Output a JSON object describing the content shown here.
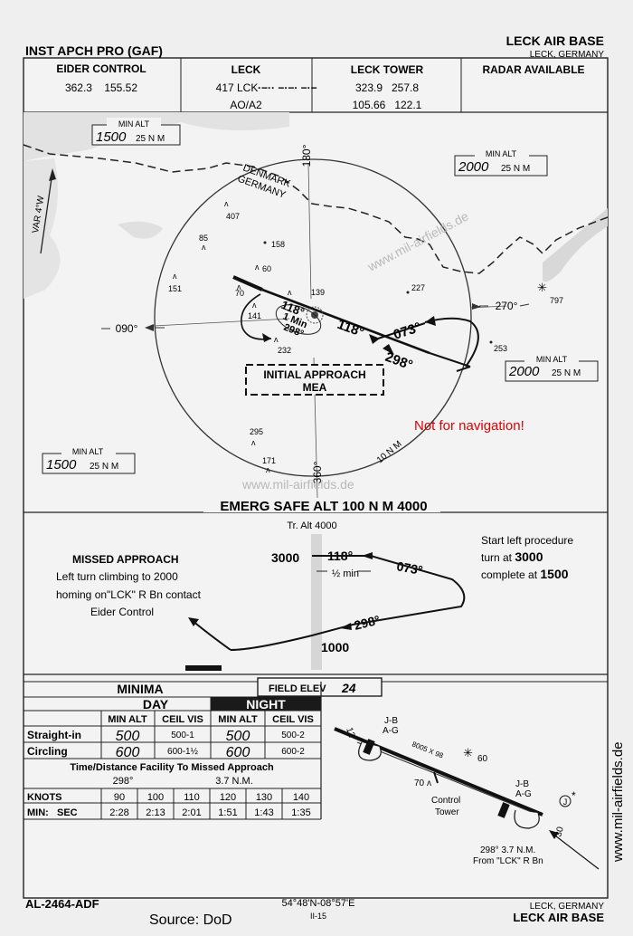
{
  "header": {
    "title": "INST APCH PRO (GAF)",
    "airbase": "LECK AIR BASE",
    "location": "LECK, GERMANY"
  },
  "comms": {
    "eider": {
      "label": "EIDER CONTROL",
      "freqs": "362.3    155.52"
    },
    "leck": {
      "label": "LECK",
      "freq": "417 LCK",
      "morse": "·−·· −·−· −·−",
      "mode": "AO/A2"
    },
    "tower": {
      "label": "LECK TOWER",
      "row1": "323.9   257.8",
      "row2": "105.66   122.1"
    },
    "radar": "RADAR AVAILABLE"
  },
  "plan_view": {
    "min_alt_label": "MIN ALT",
    "min_alt_nw": "1500",
    "min_alt_ne": "2000",
    "min_alt_e": "2000",
    "min_alt_sw": "1500",
    "min_alt_dist": "25 N M",
    "var": "VAR 4°W",
    "border_top": "DENMARK",
    "border_bottom": "GERMANY",
    "radials": {
      "r180": "180°",
      "r090": "090°",
      "r270": "270°",
      "r360": "360°"
    },
    "courses": {
      "c118_inbound": "118°",
      "c118": "118°",
      "c073": "073°",
      "c298": "298°",
      "c298_small": "298°"
    },
    "one_min": "1 Min",
    "initial_approach": "INITIAL APPROACH",
    "mea": "MEA",
    "ten_nm": "10 N M",
    "warning": "Not for navigation!",
    "watermark": "www.mil-airfields.de",
    "elevations": {
      "e407": "407",
      "e85": "85",
      "e158": "158",
      "e60": "60",
      "e151": "151",
      "e70": "70",
      "e139": "139",
      "e227": "227",
      "e141": "141",
      "e232": "232",
      "e253": "253",
      "e797": "797",
      "e295": "295",
      "e171": "171"
    }
  },
  "emerg": "EMERG SAFE ALT 100 N M 4000",
  "profile": {
    "tr_alt": "Tr. Alt 4000",
    "missed_title": "MISSED APPROACH",
    "missed_l1": "Left turn climbing to 2000",
    "missed_l2": "homing on\"LCK\" R Bn contact",
    "missed_l3": "Eider Control",
    "alt_3000": "3000",
    "c118": "118°",
    "half_min": "½ min",
    "c073": "073°",
    "c298": "298°",
    "alt_1000": "1000",
    "proc_l1": "Start left procedure",
    "proc_l2a": "turn at ",
    "proc_l2b": "3000",
    "proc_l3a": "complete at ",
    "proc_l3b": "1500"
  },
  "minima": {
    "title": "MINIMA",
    "field_elev_label": "FIELD ELEV",
    "field_elev": "24",
    "day": "DAY",
    "night": "NIGHT",
    "cols": [
      "MIN ALT",
      "CEIL VIS",
      "MIN ALT",
      "CEIL VIS"
    ],
    "rows": [
      {
        "label": "Straight-in",
        "day_alt": "500",
        "day_cv": "500-1",
        "night_alt": "500",
        "night_cv": "500-2"
      },
      {
        "label": "Circling",
        "day_alt": "600",
        "day_cv": "600-1½",
        "night_alt": "600",
        "night_cv": "600-2"
      }
    ],
    "facility_title": "Time/Distance Facility To Missed Approach",
    "facility_course": "298°",
    "facility_dist": "3.7 N.M.",
    "knots_label": "KNOTS",
    "knots": [
      "90",
      "100",
      "110",
      "120",
      "130",
      "140"
    ],
    "min_sec_label": "MIN:   SEC",
    "times": [
      "2:28",
      "2:13",
      "2:01",
      "1:51",
      "1:43",
      "1:35"
    ]
  },
  "aerodrome": {
    "jb_ag_1": "J-B",
    "jb_ag_2": "A-G",
    "jb_ag_3": "J-B",
    "jb_ag_4": "A-G",
    "rwy_12": "12",
    "rwy_30": "30",
    "rwy_dims": "8005 X 98",
    "e60": "60",
    "e70": "70",
    "ctrl1": "Control",
    "ctrl2": "Tower",
    "course_note": "298° 3.7 N.M.",
    "from_note": "From \"LCK\" R Bn",
    "j_marker": "J",
    "side_watermark": "www.mil-airfields.de"
  },
  "footer": {
    "doc_id": "AL-2464-ADF",
    "source": "Source: DoD",
    "coords": "54°48'N-08°57'E",
    "page": "II-15",
    "loc": "LECK, GERMANY",
    "base": "LECK AIR BASE"
  }
}
